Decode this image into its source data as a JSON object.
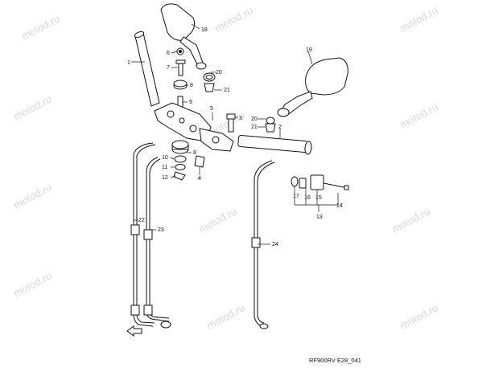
{
  "watermark": {
    "text": "motod.ru"
  },
  "drawing_code": "RF900RV E28_041",
  "callouts": [
    {
      "id": "c1",
      "text": "1"
    },
    {
      "id": "c2",
      "text": "2"
    },
    {
      "id": "c3",
      "text": "3"
    },
    {
      "id": "c4",
      "text": "4"
    },
    {
      "id": "c5",
      "text": "5"
    },
    {
      "id": "c6",
      "text": "6"
    },
    {
      "id": "c7",
      "text": "7"
    },
    {
      "id": "c8a",
      "text": "8"
    },
    {
      "id": "c8b",
      "text": "8"
    },
    {
      "id": "c9",
      "text": "9"
    },
    {
      "id": "c10",
      "text": "10"
    },
    {
      "id": "c11",
      "text": "11"
    },
    {
      "id": "c12",
      "text": "12"
    },
    {
      "id": "c13",
      "text": "13"
    },
    {
      "id": "c14",
      "text": "14"
    },
    {
      "id": "c15",
      "text": "15"
    },
    {
      "id": "c16",
      "text": "16"
    },
    {
      "id": "c17",
      "text": "17"
    },
    {
      "id": "c18",
      "text": "18"
    },
    {
      "id": "c19",
      "text": "19"
    },
    {
      "id": "c20a",
      "text": "20"
    },
    {
      "id": "c20b",
      "text": "20"
    },
    {
      "id": "c21a",
      "text": "21"
    },
    {
      "id": "c21b",
      "text": "21"
    },
    {
      "id": "c22",
      "text": "22"
    },
    {
      "id": "c23",
      "text": "23"
    },
    {
      "id": "c24",
      "text": "24"
    }
  ]
}
